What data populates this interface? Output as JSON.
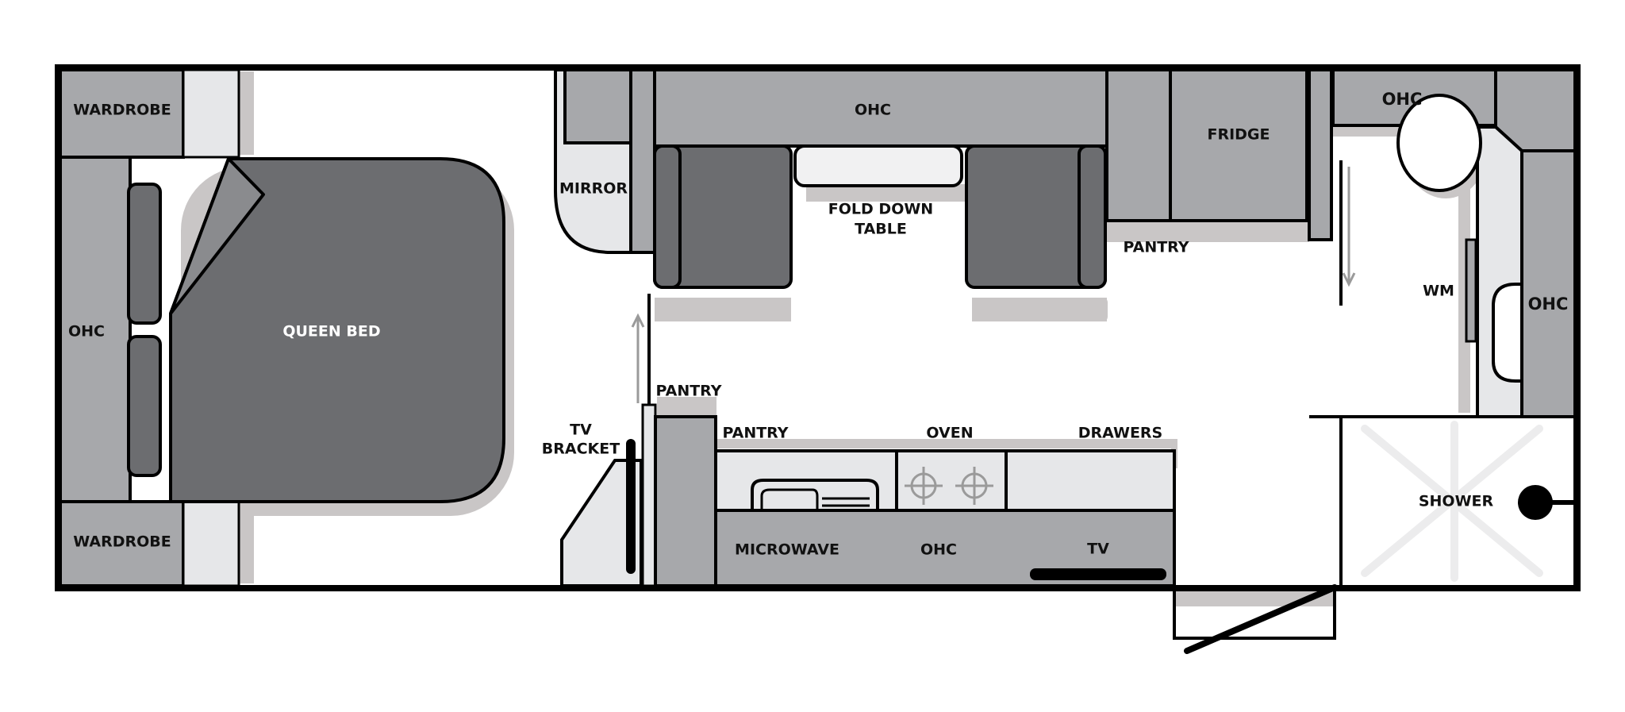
{
  "labels": {
    "wardrobe_top": "WARDROBE",
    "wardrobe_bottom": "WARDROBE",
    "ohc_bed_wall": "OHC",
    "queen_bed": "QUEEN BED",
    "mirror": "MIRROR",
    "ohc_dinette": "OHC",
    "fold_down_table_line1": "FOLD DOWN",
    "fold_down_table_line2": "TABLE",
    "fridge": "FRIDGE",
    "pantry_fridge": "PANTRY",
    "ohc_bathroom_top": "OHC",
    "wm": "WM",
    "ohc_bathroom_side": "OHC",
    "pantry_tall": "PANTRY",
    "tv_bracket_line1": "TV",
    "tv_bracket_line2": "BRACKET",
    "pantry_kitchen": "PANTRY",
    "oven": "OVEN",
    "drawers": "DRAWERS",
    "microwave": "MICROWAVE",
    "ohc_kitchen": "OHC",
    "tv": "TV",
    "shower": "SHOWER"
  }
}
